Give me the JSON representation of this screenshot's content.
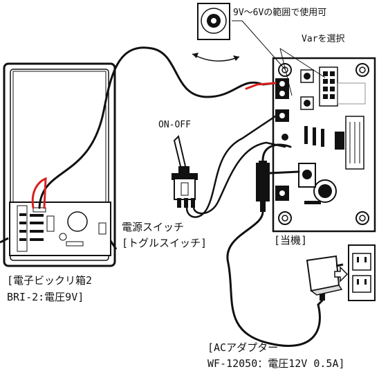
{
  "labels": {
    "voltage_range": "9V～6Vの範囲で使用可",
    "var_select": "Varを選択",
    "on_off": "ON-OFF",
    "power_switch_line1": "電源スイッチ",
    "power_switch_line2": "[トグルスイッチ]",
    "this_unit": "[当機]",
    "box_line1": "[電子ビックリ箱2",
    "box_line2": "BRI-2:電圧9V]",
    "adapter_line1": "[ACアダプター",
    "adapter_line2": "WF-12050：電圧12V 0.5A]"
  },
  "colors": {
    "wire_positive": "#d92020",
    "wire_black": "#111111"
  },
  "icons": {
    "rotate_arrow": "curved-double-arrow-icon",
    "plug_arrow": "right-arrow-icon"
  }
}
